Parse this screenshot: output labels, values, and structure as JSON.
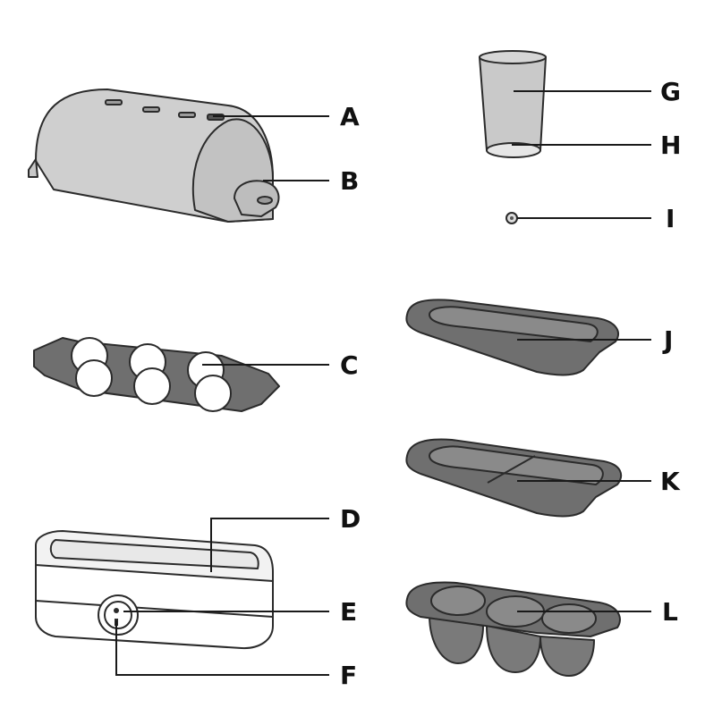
{
  "labels": {
    "a": "A",
    "b": "B",
    "c": "C",
    "d": "D",
    "e": "E",
    "f": "F",
    "g": "G",
    "h": "H",
    "i": "I",
    "j": "J",
    "k": "K",
    "l": "L"
  },
  "colors": {
    "lid_fill": "#cfcfcf",
    "tray_fill": "#6f6f6f",
    "tray_inner": "#8a8a8a",
    "base_fill": "#ffffff",
    "cup_fill": "#c9c9c9",
    "outline": "#2b2b2b",
    "leader": "#1a1a1a"
  }
}
